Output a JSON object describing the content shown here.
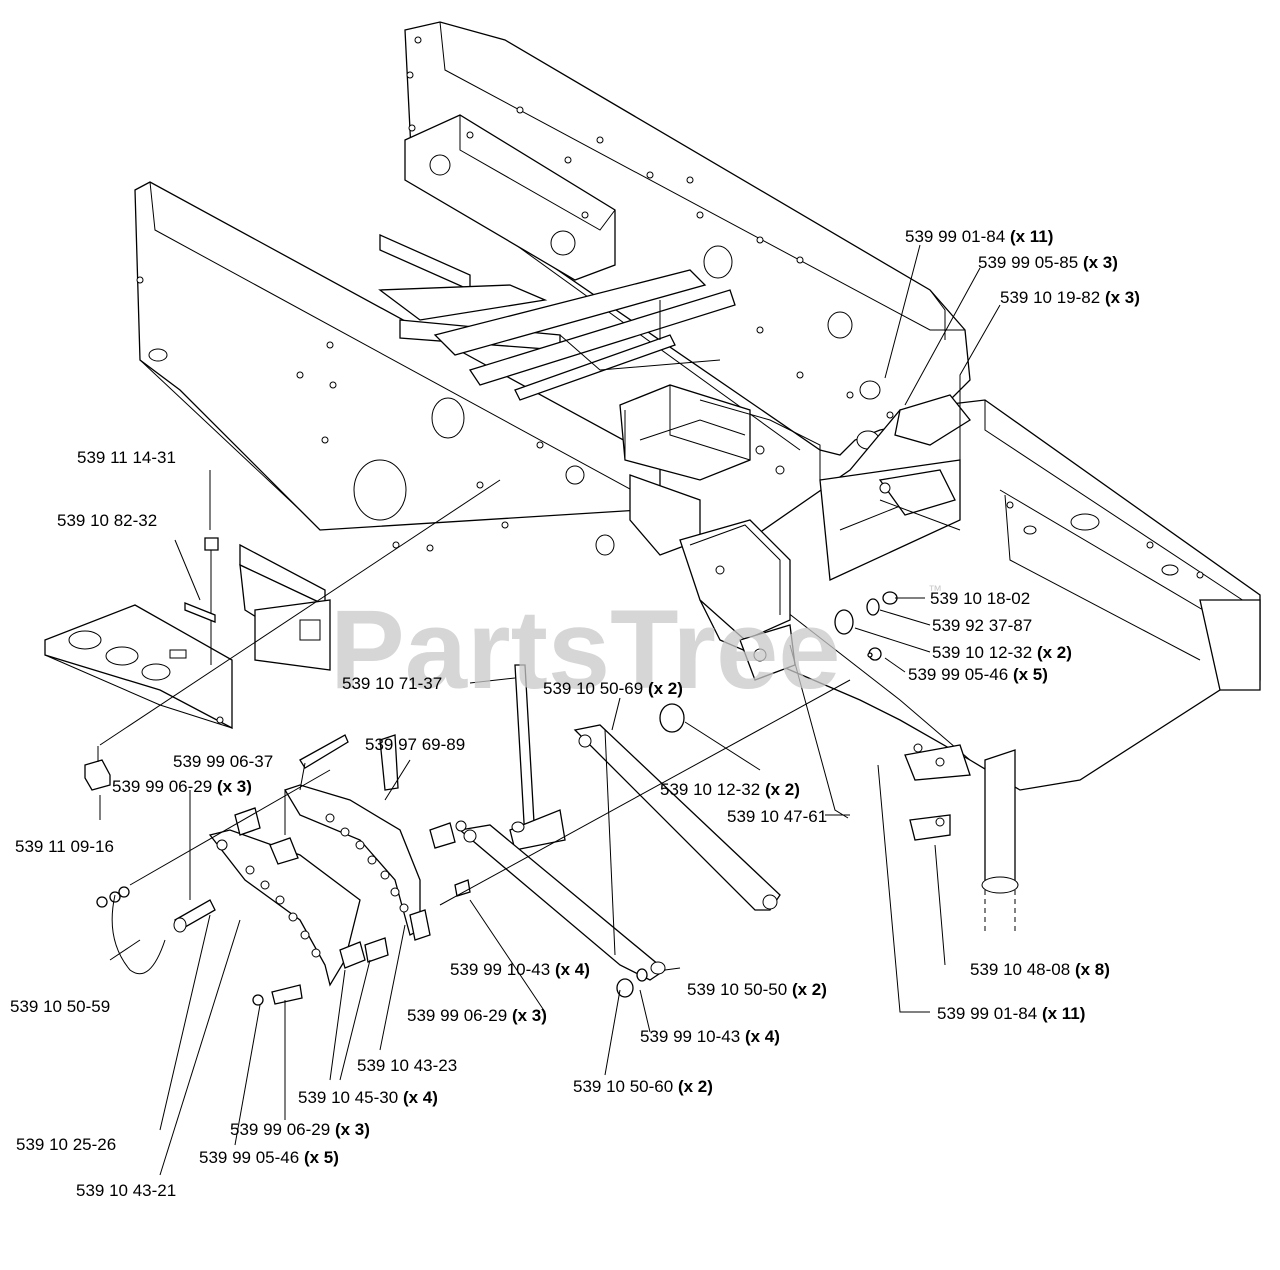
{
  "watermark": "PartsTree",
  "watermark_mark": "™",
  "callouts": [
    {
      "id": "c1",
      "part": "539 99 01-84",
      "qty": "(x 11)"
    },
    {
      "id": "c2",
      "part": "539 99 05-85",
      "qty": "(x 3)"
    },
    {
      "id": "c3",
      "part": "539 10 19-82",
      "qty": "(x 3)"
    },
    {
      "id": "c4",
      "part": "539 11 14-31",
      "qty": ""
    },
    {
      "id": "c5",
      "part": "539 10 82-32",
      "qty": ""
    },
    {
      "id": "c6",
      "part": "539 10 18-02",
      "qty": ""
    },
    {
      "id": "c7",
      "part": "539 92 37-87",
      "qty": ""
    },
    {
      "id": "c8",
      "part": "539 10 12-32",
      "qty": "(x 2)"
    },
    {
      "id": "c9",
      "part": "539 99 05-46",
      "qty": "(x 5)"
    },
    {
      "id": "c10",
      "part": "539 10 71-37",
      "qty": ""
    },
    {
      "id": "c11",
      "part": "539 10 50-69",
      "qty": "(x 2)"
    },
    {
      "id": "c12",
      "part": "539 97 69-89",
      "qty": ""
    },
    {
      "id": "c13",
      "part": "539 99 06-37",
      "qty": ""
    },
    {
      "id": "c14",
      "part": "539 99 06-29",
      "qty": "(x 3)"
    },
    {
      "id": "c15",
      "part": "539 10 12-32",
      "qty": "(x 2)"
    },
    {
      "id": "c16",
      "part": "539 10 47-61",
      "qty": ""
    },
    {
      "id": "c17",
      "part": "539 11 09-16",
      "qty": ""
    },
    {
      "id": "c18",
      "part": "539 10 48-08",
      "qty": "(x 8)"
    },
    {
      "id": "c19",
      "part": "539 99 10-43",
      "qty": "(x 4)"
    },
    {
      "id": "c20",
      "part": "539 10 50-50",
      "qty": "(x 2)"
    },
    {
      "id": "c21",
      "part": "539 10 50-59",
      "qty": ""
    },
    {
      "id": "c22",
      "part": "539 99 01-84",
      "qty": "(x 11)"
    },
    {
      "id": "c23",
      "part": "539 99 06-29",
      "qty": "(x 3)"
    },
    {
      "id": "c24",
      "part": "539 99 10-43",
      "qty": "(x 4)"
    },
    {
      "id": "c25",
      "part": "539 10 43-23",
      "qty": ""
    },
    {
      "id": "c26",
      "part": "539 10 50-60",
      "qty": "(x 2)"
    },
    {
      "id": "c27",
      "part": "539 10 45-30",
      "qty": "(x 4)"
    },
    {
      "id": "c28",
      "part": "539 10 25-26",
      "qty": ""
    },
    {
      "id": "c29",
      "part": "539 99 06-29",
      "qty": "(x 3)"
    },
    {
      "id": "c30",
      "part": "539 99 05-46",
      "qty": "(x 5)"
    },
    {
      "id": "c31",
      "part": "539 10 43-21",
      "qty": ""
    }
  ]
}
